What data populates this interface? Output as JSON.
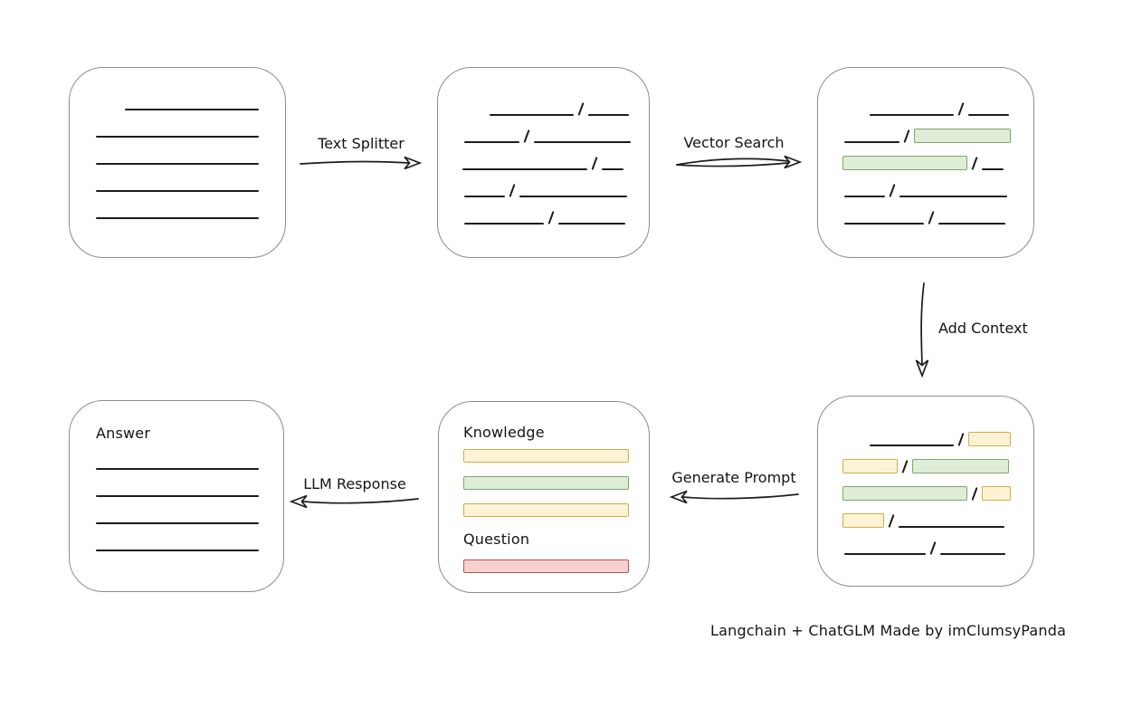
{
  "caption": "Langchain + ChatGLM Made by imClumsyPanda",
  "colors": {
    "box_border": "#8c8c8c",
    "ink": "#1c1c1c",
    "green_fill": "#dfedd8",
    "green_stroke": "#79a968",
    "yellow_fill": "#fcf3d5",
    "yellow_stroke": "#d7ab45",
    "red_fill": "#f5d0cd",
    "red_stroke": "#bd5350"
  },
  "arrows": {
    "text_splitter": {
      "label": "Text Splitter"
    },
    "vector_search": {
      "label": "Vector Search"
    },
    "add_context": {
      "label": "Add Context"
    },
    "generate_prompt": {
      "label": "Generate Prompt"
    },
    "llm_response": {
      "label": "LLM Response"
    }
  },
  "boxes": {
    "document": {
      "rows": [
        [
          {
            "t": "gap",
            "w": 32
          },
          {
            "t": "line",
            "w": 148
          }
        ],
        [
          {
            "t": "line",
            "w": 180
          }
        ],
        [
          {
            "t": "line",
            "w": 180
          }
        ],
        [
          {
            "t": "line",
            "w": 180
          }
        ],
        [
          {
            "t": "line",
            "w": 180
          }
        ]
      ]
    },
    "chunks": {
      "rows": [
        [
          {
            "t": "gap",
            "w": 57
          },
          {
            "t": "line",
            "w": 93
          },
          {
            "t": "slash"
          },
          {
            "t": "line",
            "w": 45
          }
        ],
        [
          {
            "t": "gap",
            "w": 29
          },
          {
            "t": "line",
            "w": 61
          },
          {
            "t": "slash"
          },
          {
            "t": "line",
            "w": 107
          }
        ],
        [
          {
            "t": "gap",
            "w": 27
          },
          {
            "t": "line",
            "w": 138
          },
          {
            "t": "slash"
          },
          {
            "t": "line",
            "w": 24
          }
        ],
        [
          {
            "t": "gap",
            "w": 29
          },
          {
            "t": "line",
            "w": 45
          },
          {
            "t": "slash"
          },
          {
            "t": "line",
            "w": 119
          }
        ],
        [
          {
            "t": "gap",
            "w": 29
          },
          {
            "t": "line",
            "w": 88
          },
          {
            "t": "slash"
          },
          {
            "t": "line",
            "w": 74
          }
        ]
      ]
    },
    "search_results": {
      "rows": [
        [
          {
            "t": "gap",
            "w": 57
          },
          {
            "t": "line",
            "w": 93
          },
          {
            "t": "slash"
          },
          {
            "t": "line",
            "w": 45
          }
        ],
        [
          {
            "t": "gap",
            "w": 29
          },
          {
            "t": "line",
            "w": 61
          },
          {
            "t": "slash"
          },
          {
            "t": "green",
            "w": 107
          }
        ],
        [
          {
            "t": "gap",
            "w": 27
          },
          {
            "t": "green",
            "w": 138
          },
          {
            "t": "slash"
          },
          {
            "t": "line",
            "w": 24
          }
        ],
        [
          {
            "t": "gap",
            "w": 29
          },
          {
            "t": "line",
            "w": 45
          },
          {
            "t": "slash"
          },
          {
            "t": "line",
            "w": 119
          }
        ],
        [
          {
            "t": "gap",
            "w": 29
          },
          {
            "t": "line",
            "w": 88
          },
          {
            "t": "slash"
          },
          {
            "t": "line",
            "w": 74
          }
        ]
      ]
    },
    "context": {
      "rows": [
        [
          {
            "t": "gap",
            "w": 57
          },
          {
            "t": "line",
            "w": 93
          },
          {
            "t": "slash"
          },
          {
            "t": "yellow",
            "w": 47
          }
        ],
        [
          {
            "t": "gap",
            "w": 27
          },
          {
            "t": "yellow",
            "w": 61
          },
          {
            "t": "slash"
          },
          {
            "t": "green",
            "w": 107
          }
        ],
        [
          {
            "t": "gap",
            "w": 27
          },
          {
            "t": "green",
            "w": 138
          },
          {
            "t": "slash"
          },
          {
            "t": "yellow",
            "w": 32
          }
        ],
        [
          {
            "t": "gap",
            "w": 27
          },
          {
            "t": "yellow",
            "w": 46
          },
          {
            "t": "slash"
          },
          {
            "t": "line",
            "w": 117
          }
        ],
        [
          {
            "t": "gap",
            "w": 29
          },
          {
            "t": "line",
            "w": 90
          },
          {
            "t": "slash"
          },
          {
            "t": "line",
            "w": 72
          }
        ]
      ]
    },
    "prompt": {
      "knowledge_label": "Knowledge",
      "question_label": "Question",
      "knowledge_bars": [
        "yellow",
        "green",
        "yellow"
      ],
      "question_bars": [
        "red"
      ]
    },
    "answer": {
      "label": "Answer",
      "rows": [
        [
          {
            "t": "line",
            "w": 180
          }
        ],
        [
          {
            "t": "line",
            "w": 180
          }
        ],
        [
          {
            "t": "line",
            "w": 180
          }
        ],
        [
          {
            "t": "line",
            "w": 180
          }
        ]
      ]
    }
  }
}
